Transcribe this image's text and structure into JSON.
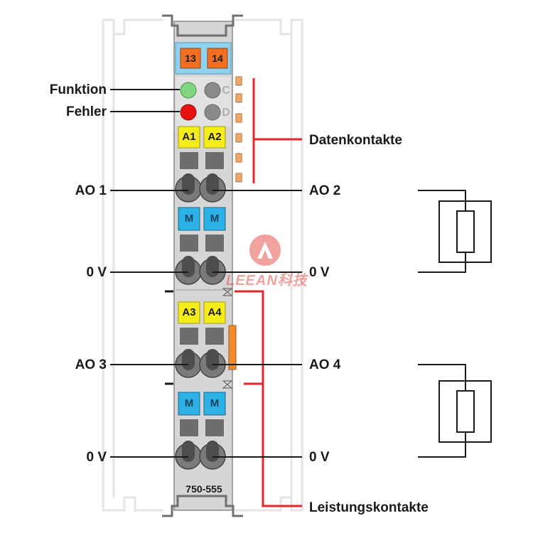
{
  "module": {
    "part_number": "750-555",
    "top_terminals": [
      "13",
      "14"
    ],
    "indicator_letters": [
      "C",
      "D"
    ],
    "channel_tags_upper": [
      "A1",
      "A2"
    ],
    "mass_tags_upper": [
      "M",
      "M"
    ],
    "channel_tags_lower": [
      "A3",
      "A4"
    ],
    "mass_tags_lower": [
      "M",
      "M"
    ]
  },
  "labels_left": {
    "funktion": "Funktion",
    "fehler": "Fehler",
    "ao1": "AO 1",
    "zero_v_1": "0 V",
    "ao3": "AO 3",
    "zero_v_2": "0 V"
  },
  "labels_right": {
    "datenkontakte": "Datenkontakte",
    "ao2": "AO 2",
    "zero_v_1": "0 V",
    "ao4": "AO 4",
    "zero_v_2": "0 V",
    "leistungskontakte": "Leistungskontakte"
  },
  "watermark": "LEEAN科技",
  "colors": {
    "terminal_orange": "#f26f21",
    "terminal_blue_bg": "#8fd3f1",
    "led_green": "#7fd67f",
    "led_red": "#e81010",
    "tag_yellow": "#f5ec1c",
    "tag_blue": "#2cb0e6",
    "contact_red": "#e3262b",
    "housing_grey": "#d6d6d6"
  }
}
